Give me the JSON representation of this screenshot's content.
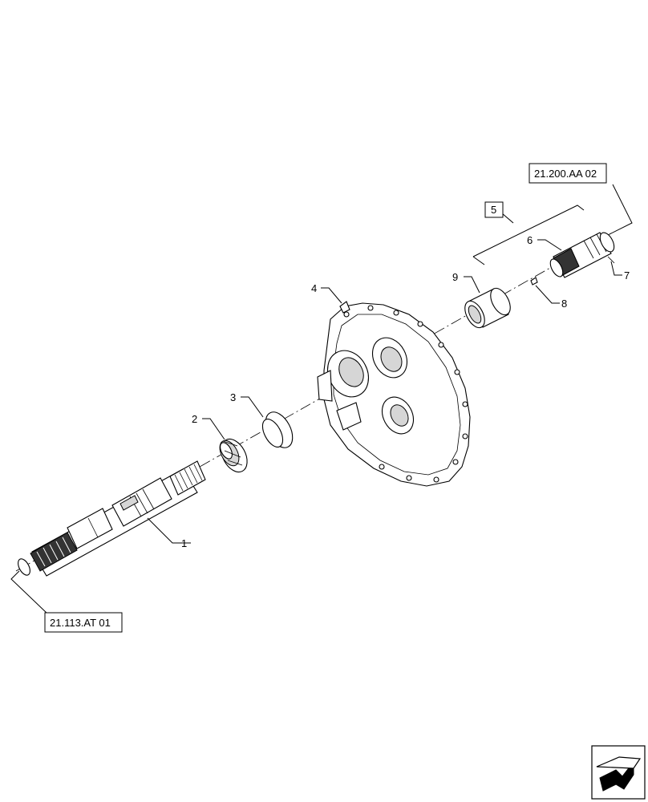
{
  "callouts": {
    "c1": "1",
    "c2": "2",
    "c3": "3",
    "c4": "4",
    "c5": "5",
    "c6": "6",
    "c7": "7",
    "c8": "8",
    "c9": "9"
  },
  "references": {
    "top": "21.200.AA 02",
    "bottom": "21.113.AT 01"
  },
  "nav": {
    "icon": "next-page-arrow-icon"
  }
}
